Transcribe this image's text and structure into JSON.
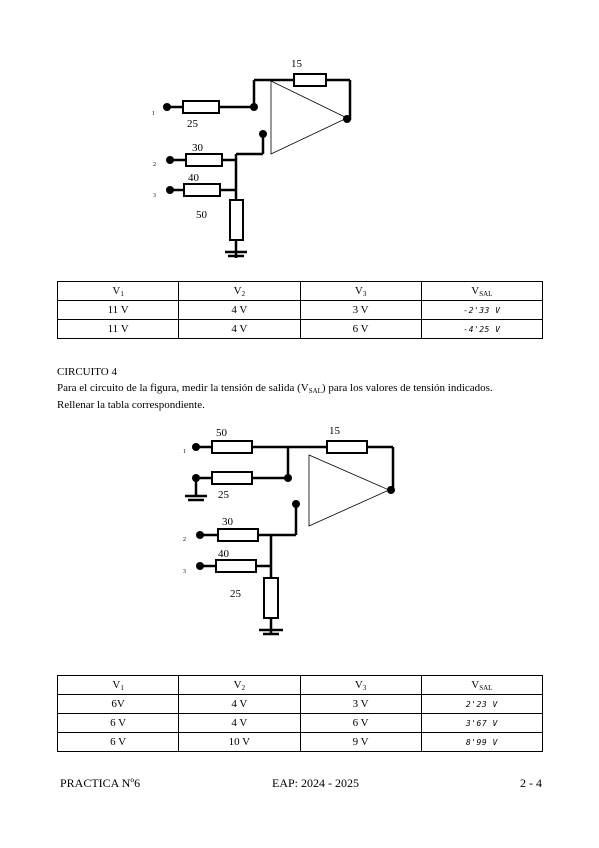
{
  "circuit3": {
    "resistors": {
      "feedback": "15",
      "in1": "25",
      "in2": "30",
      "in3": "40",
      "ground": "50"
    },
    "inputs": [
      "1",
      "2",
      "3"
    ]
  },
  "table1": {
    "headers": [
      {
        "main": "V",
        "sub": "1"
      },
      {
        "main": "V",
        "sub": "2"
      },
      {
        "main": "V",
        "sub": "3"
      },
      {
        "main": "V",
        "sub": "SAL"
      }
    ],
    "rows": [
      [
        "11 V",
        "4 V",
        "3 V",
        "-2'33 V"
      ],
      [
        "11 V",
        "4 V",
        "6 V",
        "-4'25 V"
      ]
    ]
  },
  "circuit4": {
    "title": "CIRCUITO 4",
    "instructions_pre": "Para el circuito de la figura, medir la tensión de salida (V",
    "instructions_sub": "SAL",
    "instructions_post": ") para los valores de tensión indicados.",
    "instructions_line2": "Rellenar la tabla correspondiente.",
    "resistors": {
      "in1": "50",
      "feedback": "15",
      "gnd_in": "25",
      "in2": "30",
      "in3": "40",
      "ground": "25"
    },
    "inputs": [
      "1",
      "2",
      "3"
    ]
  },
  "table2": {
    "headers": [
      {
        "main": "V",
        "sub": "1"
      },
      {
        "main": "V",
        "sub": "2"
      },
      {
        "main": "V",
        "sub": "3"
      },
      {
        "main": "V",
        "sub": "SAL"
      }
    ],
    "rows": [
      [
        "6V",
        "4 V",
        "3 V",
        "2'23 V"
      ],
      [
        "6 V",
        "4 V",
        "6 V",
        "3'67 V"
      ],
      [
        "6 V",
        "10 V",
        "9 V",
        "8'99 V"
      ]
    ]
  },
  "footer": {
    "left": "PRACTICA Nº6",
    "center": "EAP: 2024 - 2025",
    "right": "2 - 4"
  }
}
